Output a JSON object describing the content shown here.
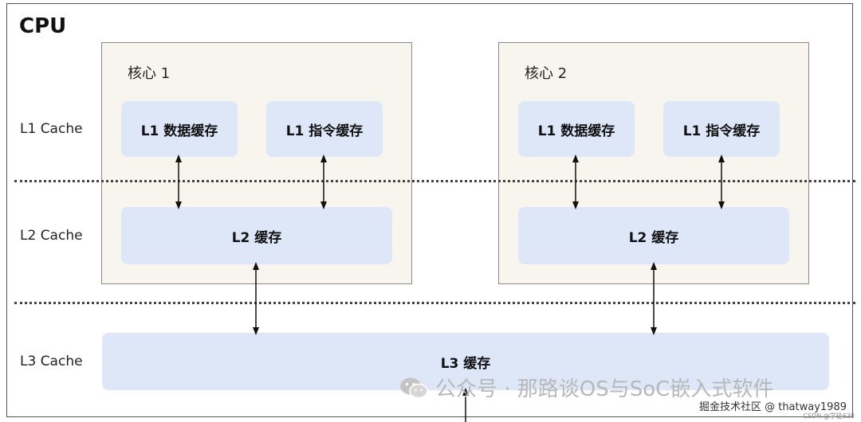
{
  "cpu_label": "CPU",
  "levels": {
    "l1": "L1 Cache",
    "l2": "L2 Cache",
    "l3": "L3 Cache"
  },
  "cores": [
    {
      "title": "核心 1",
      "l1_data": "L1 数据缓存",
      "l1_instr": "L1 指令缓存",
      "l2": "L2 缓存"
    },
    {
      "title": "核心 2",
      "l1_data": "L1 数据缓存",
      "l1_instr": "L1 指令缓存",
      "l2": "L2 缓存"
    }
  ],
  "l3": "L3 缓存",
  "watermark": {
    "wechat": "公众号 · 那路谈OS与SoC嵌入式软件",
    "juejin": "掘金技术社区 @ thatway1989",
    "csdn": "CSDN @学徒630"
  },
  "colors": {
    "core_bg": "#f8f5ee",
    "cache_box": "#dde7f8",
    "border": "#8a8a8a"
  }
}
